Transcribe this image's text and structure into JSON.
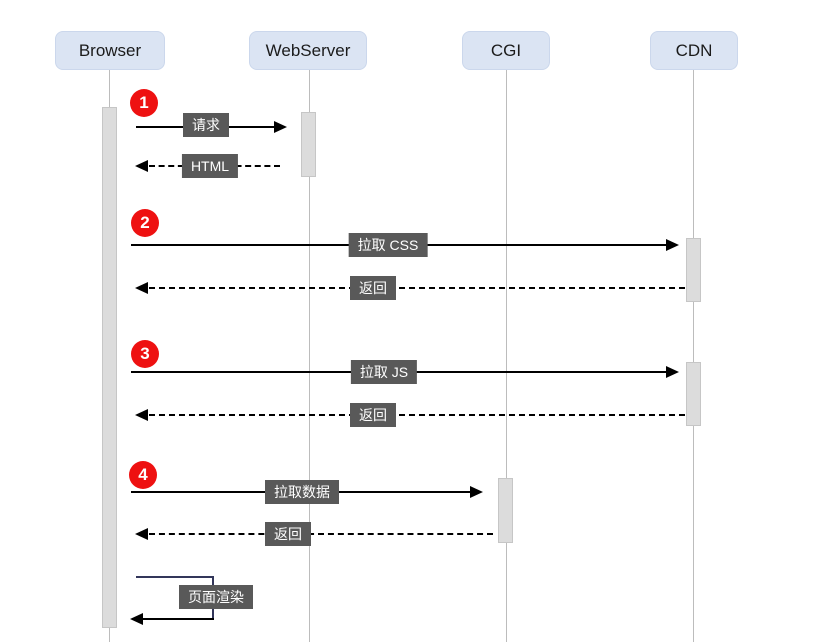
{
  "diagram": {
    "title": "browser page load sequence",
    "actors": [
      {
        "id": "browser",
        "label": "Browser"
      },
      {
        "id": "webserver",
        "label": "WebServer"
      },
      {
        "id": "cgi",
        "label": "CGI"
      },
      {
        "id": "cdn",
        "label": "CDN"
      }
    ],
    "steps": [
      {
        "num": "1",
        "from": "Browser",
        "to": "WebServer",
        "request_label": "请求",
        "response_label": "HTML"
      },
      {
        "num": "2",
        "from": "Browser",
        "to": "CDN",
        "request_label": "拉取 CSS",
        "response_label": "返回"
      },
      {
        "num": "3",
        "from": "Browser",
        "to": "CDN",
        "request_label": "拉取 JS",
        "response_label": "返回"
      },
      {
        "num": "4",
        "from": "Browser",
        "to": "CGI",
        "request_label": "拉取数据",
        "response_label": "返回"
      }
    ],
    "self_message": {
      "actor": "Browser",
      "label": "页面渲染"
    },
    "colors": {
      "actor_fill": "#dbe4f3",
      "actor_border": "#cbd7ec",
      "activation_fill": "#dcdcdc",
      "lifeline": "#bcbcbc",
      "badge": "#ee1111",
      "label_bg": "#595959",
      "label_text": "#ffffff",
      "arrow": "#000000",
      "self_loop": "#32365a",
      "background": "#ffffff"
    }
  }
}
